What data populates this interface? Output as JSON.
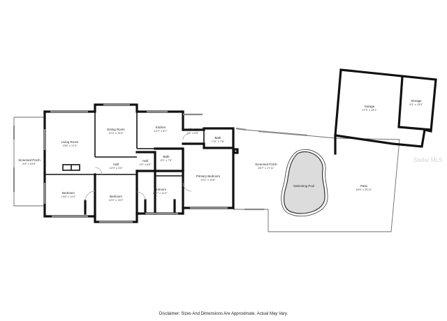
{
  "rooms": {
    "screened_porch_left": {
      "name": "Screened Porch",
      "dims": "8'4\" x 24'5\""
    },
    "living_room": {
      "name": "Living Room",
      "dims": "13'8\" x 17'4\""
    },
    "dining_room": {
      "name": "Dining Room",
      "dims": "12'0\" x 15'3\""
    },
    "kitchen": {
      "name": "Kitchen",
      "dims": "12'7\" x 8'7\""
    },
    "breakfast_nook": {
      "name": "Breakfast Nook",
      "dims": "9'4\" x 9'6\""
    },
    "bath_primary": {
      "name": "Bath",
      "dims": "7'11\" x 7'8\""
    },
    "bath_hall": {
      "name": "Bath",
      "dims": "8'1\" x 7'5\""
    },
    "hall_main": {
      "name": "Hall",
      "dims": "12'0\" x 4'0\""
    },
    "hall_small": {
      "name": "Hall",
      "dims": "4'2\" x 6'0\""
    },
    "primary_bedroom": {
      "name": "Primary Bedroom",
      "dims": "14'1\" x 16'6\""
    },
    "bedroom_left": {
      "name": "Bedroom",
      "dims": "13'8\" x 11'2\""
    },
    "bedroom_mid": {
      "name": "Bedroom",
      "dims": "12'0\" x 13'2\""
    },
    "bedroom_right": {
      "name": "Bedroom",
      "dims": "12'7\" x 11'2\""
    },
    "screened_porch_right": {
      "name": "Screened Porch",
      "dims": "28'7\" x 17'11\""
    },
    "swimming_pool": {
      "name": "Swimming Pool",
      "dims": ""
    },
    "garage": {
      "name": "Garage",
      "dims": "17'3\" x 19'1\""
    },
    "storage": {
      "name": "Storage",
      "dims": "8'1\" x 13'9\""
    },
    "patio": {
      "name": "Patio",
      "dims": "16'6\" x 25'11\""
    }
  },
  "watermark": "Stellar MLS",
  "disclaimer": "Disclaimer: Sizes And Dimensions Are Approximate. Actual May Vary."
}
